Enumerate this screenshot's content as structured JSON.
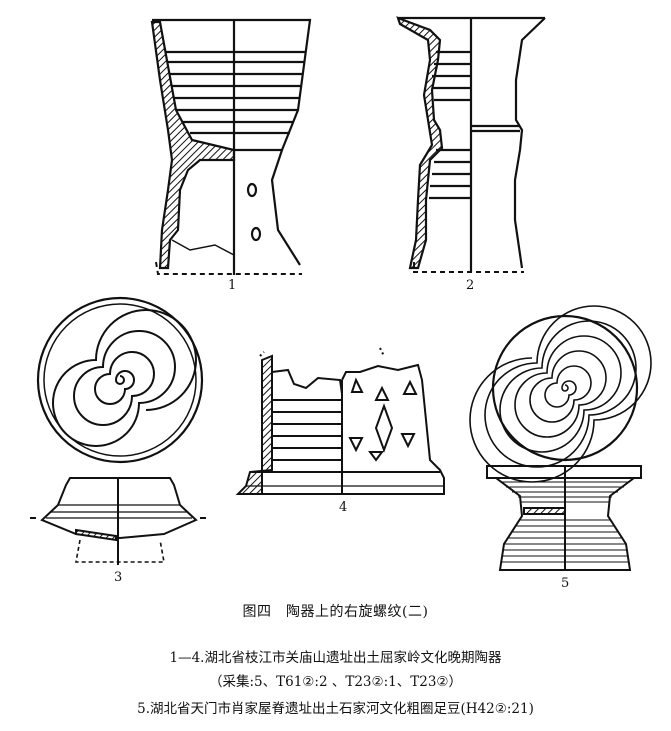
{
  "figure": {
    "title": "图四　陶器上的右旋螺纹(二)",
    "items": [
      {
        "label": "1"
      },
      {
        "label": "2"
      },
      {
        "label": "3"
      },
      {
        "label": "4"
      },
      {
        "label": "5"
      }
    ]
  },
  "caption": {
    "line1": "1—4.湖北省枝江市关庙山遗址出土屈家岭文化晚期陶器",
    "line2": "（采集:5、T61②:2 、T23②:1、T23②）",
    "line3": "5.湖北省天门市肖家屋脊遗址出土石家河文化粗圈足豆(H42②:21)"
  }
}
